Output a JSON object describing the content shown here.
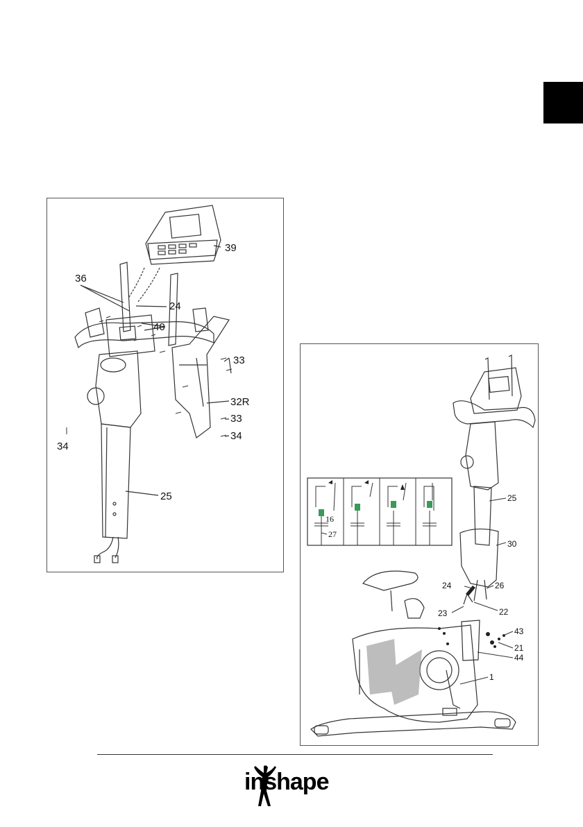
{
  "brand": {
    "logo_text": "inshape"
  },
  "figure_left": {
    "labels": {
      "p39": "39",
      "p36": "36",
      "p24": "24",
      "p40": "40",
      "p33a": "33",
      "p32R": "32R",
      "p33b": "33",
      "p34a": "34",
      "p34b": "34",
      "p25": "25"
    }
  },
  "figure_right": {
    "inset_labels": {
      "p16": "16",
      "p27": "27"
    },
    "labels": {
      "p25": "25",
      "p30": "30",
      "p24": "24",
      "p26": "26",
      "p23": "23",
      "p22": "22",
      "p43": "43",
      "p21": "21",
      "p44": "44",
      "p1": "1"
    }
  },
  "colors": {
    "tab": "#000000",
    "line": "#333333",
    "accent_green": "#3a9a5a"
  }
}
